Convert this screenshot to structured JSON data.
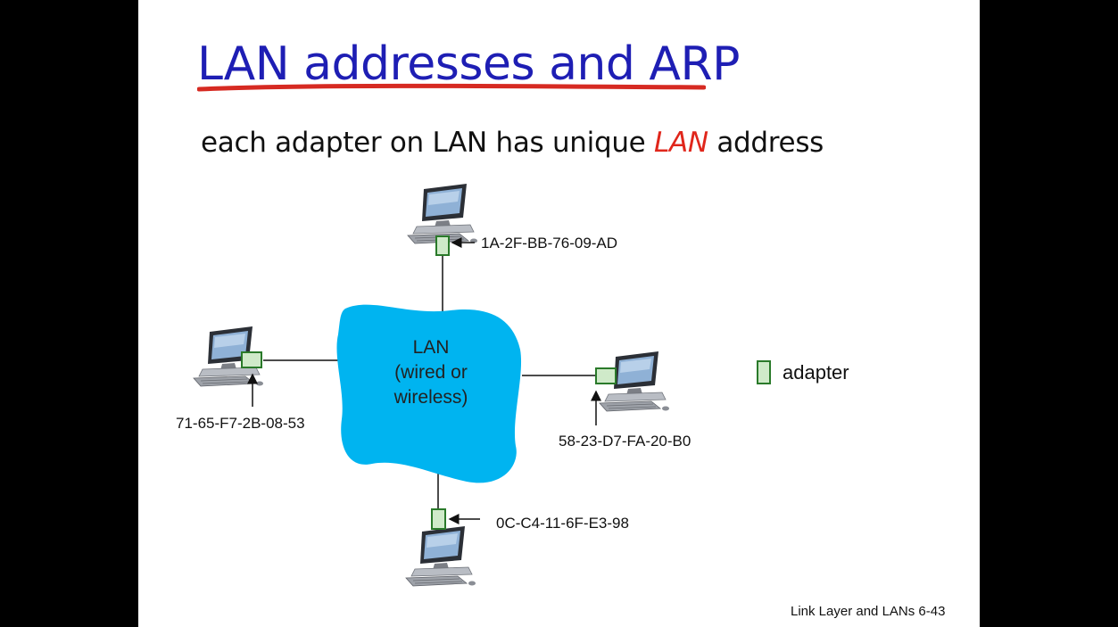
{
  "title": "LAN addresses and ARP",
  "subtitle": {
    "before": "each adapter on LAN has unique ",
    "highlight": "LAN",
    "after": " address"
  },
  "lan": {
    "line1": "LAN",
    "line2": "(wired or",
    "line3": "wireless)"
  },
  "hosts": [
    {
      "position": "top",
      "mac": "1A-2F-BB-76-09-AD"
    },
    {
      "position": "left",
      "mac": "71-65-F7-2B-08-53"
    },
    {
      "position": "right",
      "mac": "58-23-D7-FA-20-B0"
    },
    {
      "position": "bottom",
      "mac": "0C-C4-11-6F-E3-98"
    }
  ],
  "legend": {
    "label": "adapter"
  },
  "footer": "Link Layer and LANs  6-43",
  "colors": {
    "title": "#1e1eb4",
    "underline": "#d62a22",
    "highlight": "#e0261b",
    "lan_cloud": "#00b4f0",
    "adapter_fill": "#cfeac9",
    "adapter_stroke": "#2a7a2a"
  }
}
